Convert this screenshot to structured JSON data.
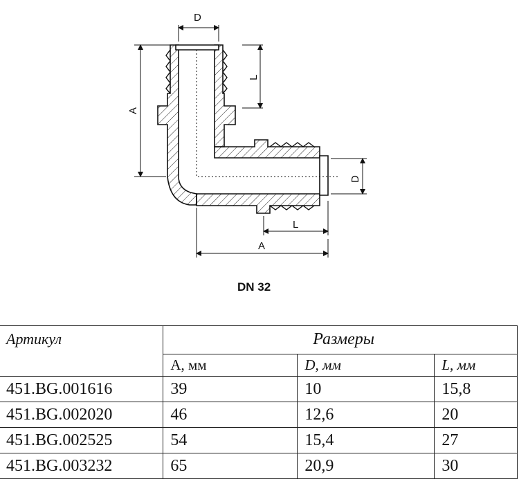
{
  "drawing": {
    "labels": {
      "top_d": "D",
      "upper_l": "L",
      "left_a": "A",
      "right_d": "D",
      "lower_l": "L",
      "bottom_a": "A"
    }
  },
  "caption": "DN 32",
  "table": {
    "article_header": "Артикул",
    "sizes_header": "Размеры",
    "columns": [
      "A, мм",
      "D, мм",
      "L, мм"
    ],
    "rows": [
      {
        "article": "451.BG.001616",
        "a": "39",
        "d": "10",
        "l": "15,8"
      },
      {
        "article": "451.BG.002020",
        "a": "46",
        "d": "12,6",
        "l": "20"
      },
      {
        "article": "451.BG.002525",
        "a": "54",
        "d": "15,4",
        "l": "27"
      },
      {
        "article": "451.BG.003232",
        "a": "65",
        "d": "20,9",
        "l": "30"
      }
    ]
  }
}
